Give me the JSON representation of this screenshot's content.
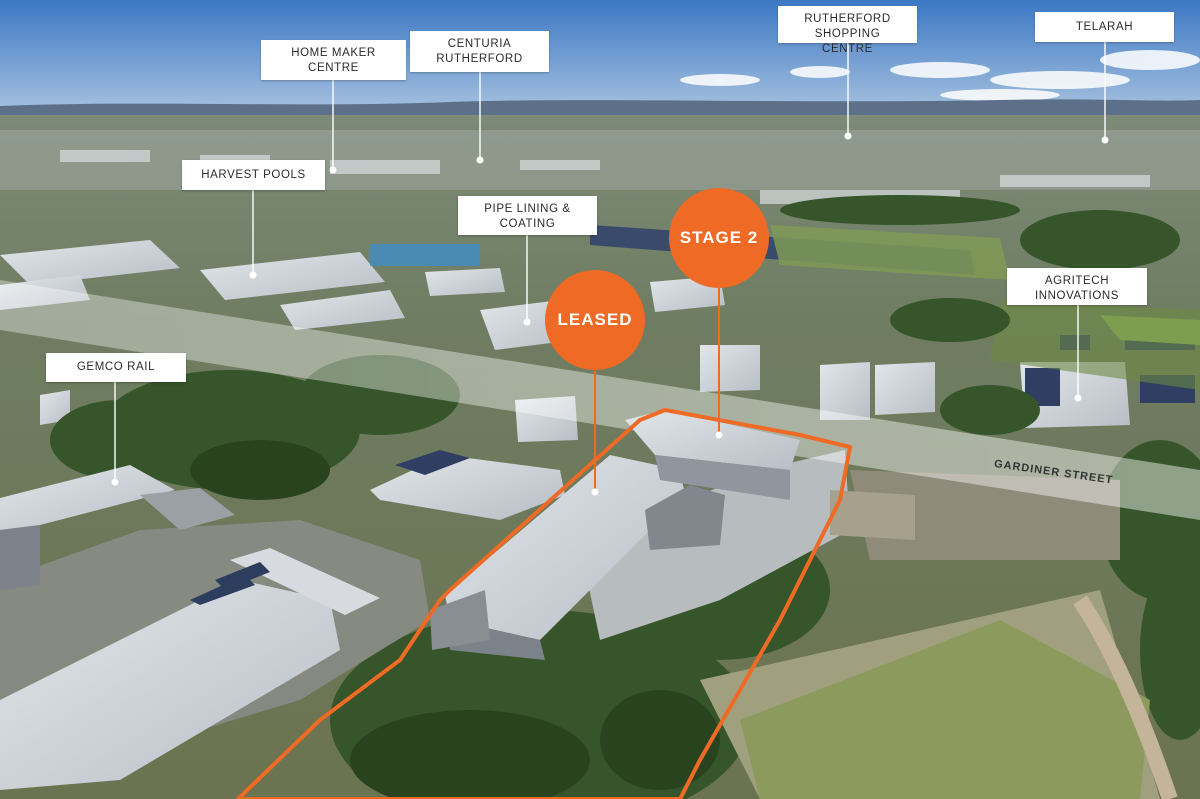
{
  "labels": {
    "home_maker": "HOME MAKER\nCENTRE",
    "centuria": "CENTURIA\nRUTHERFORD",
    "rutherford_shopping": "RUTHERFORD\nSHOPPING CENTRE",
    "telarah": "TELARAH",
    "harvest_pools": "HARVEST POOLS",
    "pipe_lining": "PIPE LINING &\nCOATING",
    "agritech": "AGRITECH\nINNOVATIONS",
    "gemco_rail": "GEMCO RAIL"
  },
  "badges": {
    "stage2": "STAGE 2",
    "leased": "LEASED"
  },
  "street": {
    "gardiner": "GARDINER STREET"
  },
  "colors": {
    "accent_orange": "#ee6a25",
    "label_bg": "#ffffff",
    "leader_line": "#ffffff",
    "site_boundary": "#ee6a25"
  }
}
